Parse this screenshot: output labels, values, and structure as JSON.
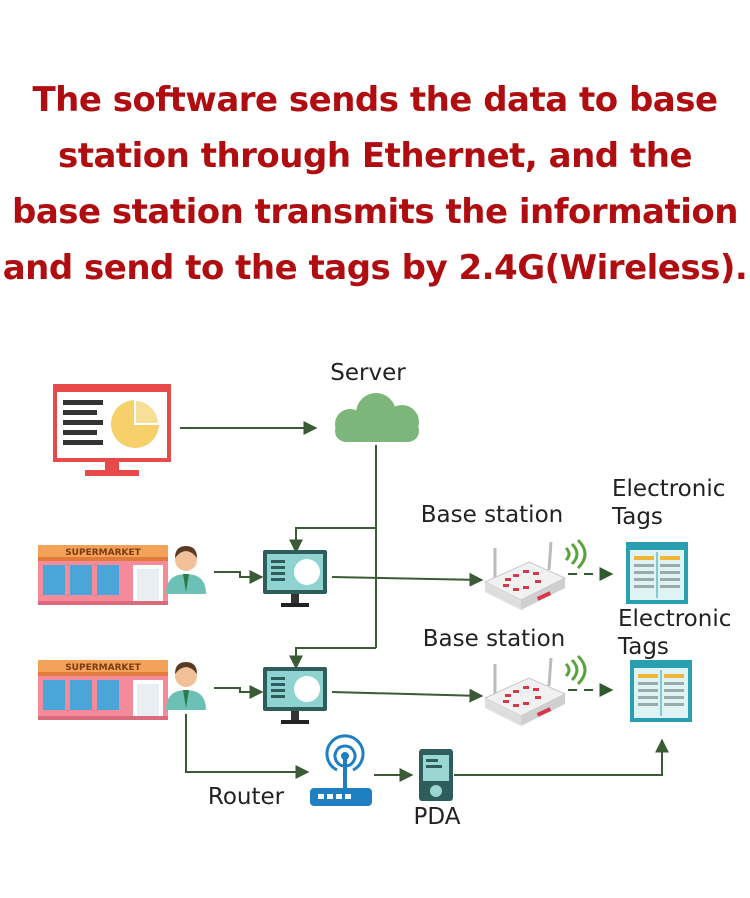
{
  "headline": {
    "lines": [
      "The software sends the data to base",
      "station through Ethernet, and the",
      "base station transmits the information",
      "and send to the tags by 2.4G(Wireless)."
    ]
  },
  "diagram": {
    "labels": {
      "server": "Server",
      "base_station_1": "Base station",
      "base_station_2": "Base station",
      "tags_1_line1": "Electronic",
      "tags_1_line2": "Tags",
      "tags_2_line1": "Electronic",
      "tags_2_line2": "Tags",
      "router": "Router",
      "pda": "PDA",
      "supermarket_1": "SUPERMARKET",
      "supermarket_2": "SUPERMARKET"
    },
    "colors": {
      "headline": "#b00d10",
      "line": "#3b5a36",
      "cloud": "#7db67a",
      "monitor_red": "#e84a4a",
      "chart_yellow": "#f5d06b",
      "terminal_dark": "#2f5d5c",
      "teal": "#2a9fb0",
      "wifi_green": "#5aa33c",
      "router_blue": "#1f7fc1"
    },
    "icons": {
      "server": "cloud-icon",
      "software": "monitor-chart-icon",
      "store": "store-icon",
      "staff": "person-icon",
      "terminal": "terminal-icon",
      "base_station": "base-station-icon",
      "wireless": "wifi-signal-icon",
      "tags": "electronic-tag-icon",
      "router": "router-icon",
      "pda": "pda-icon"
    }
  }
}
